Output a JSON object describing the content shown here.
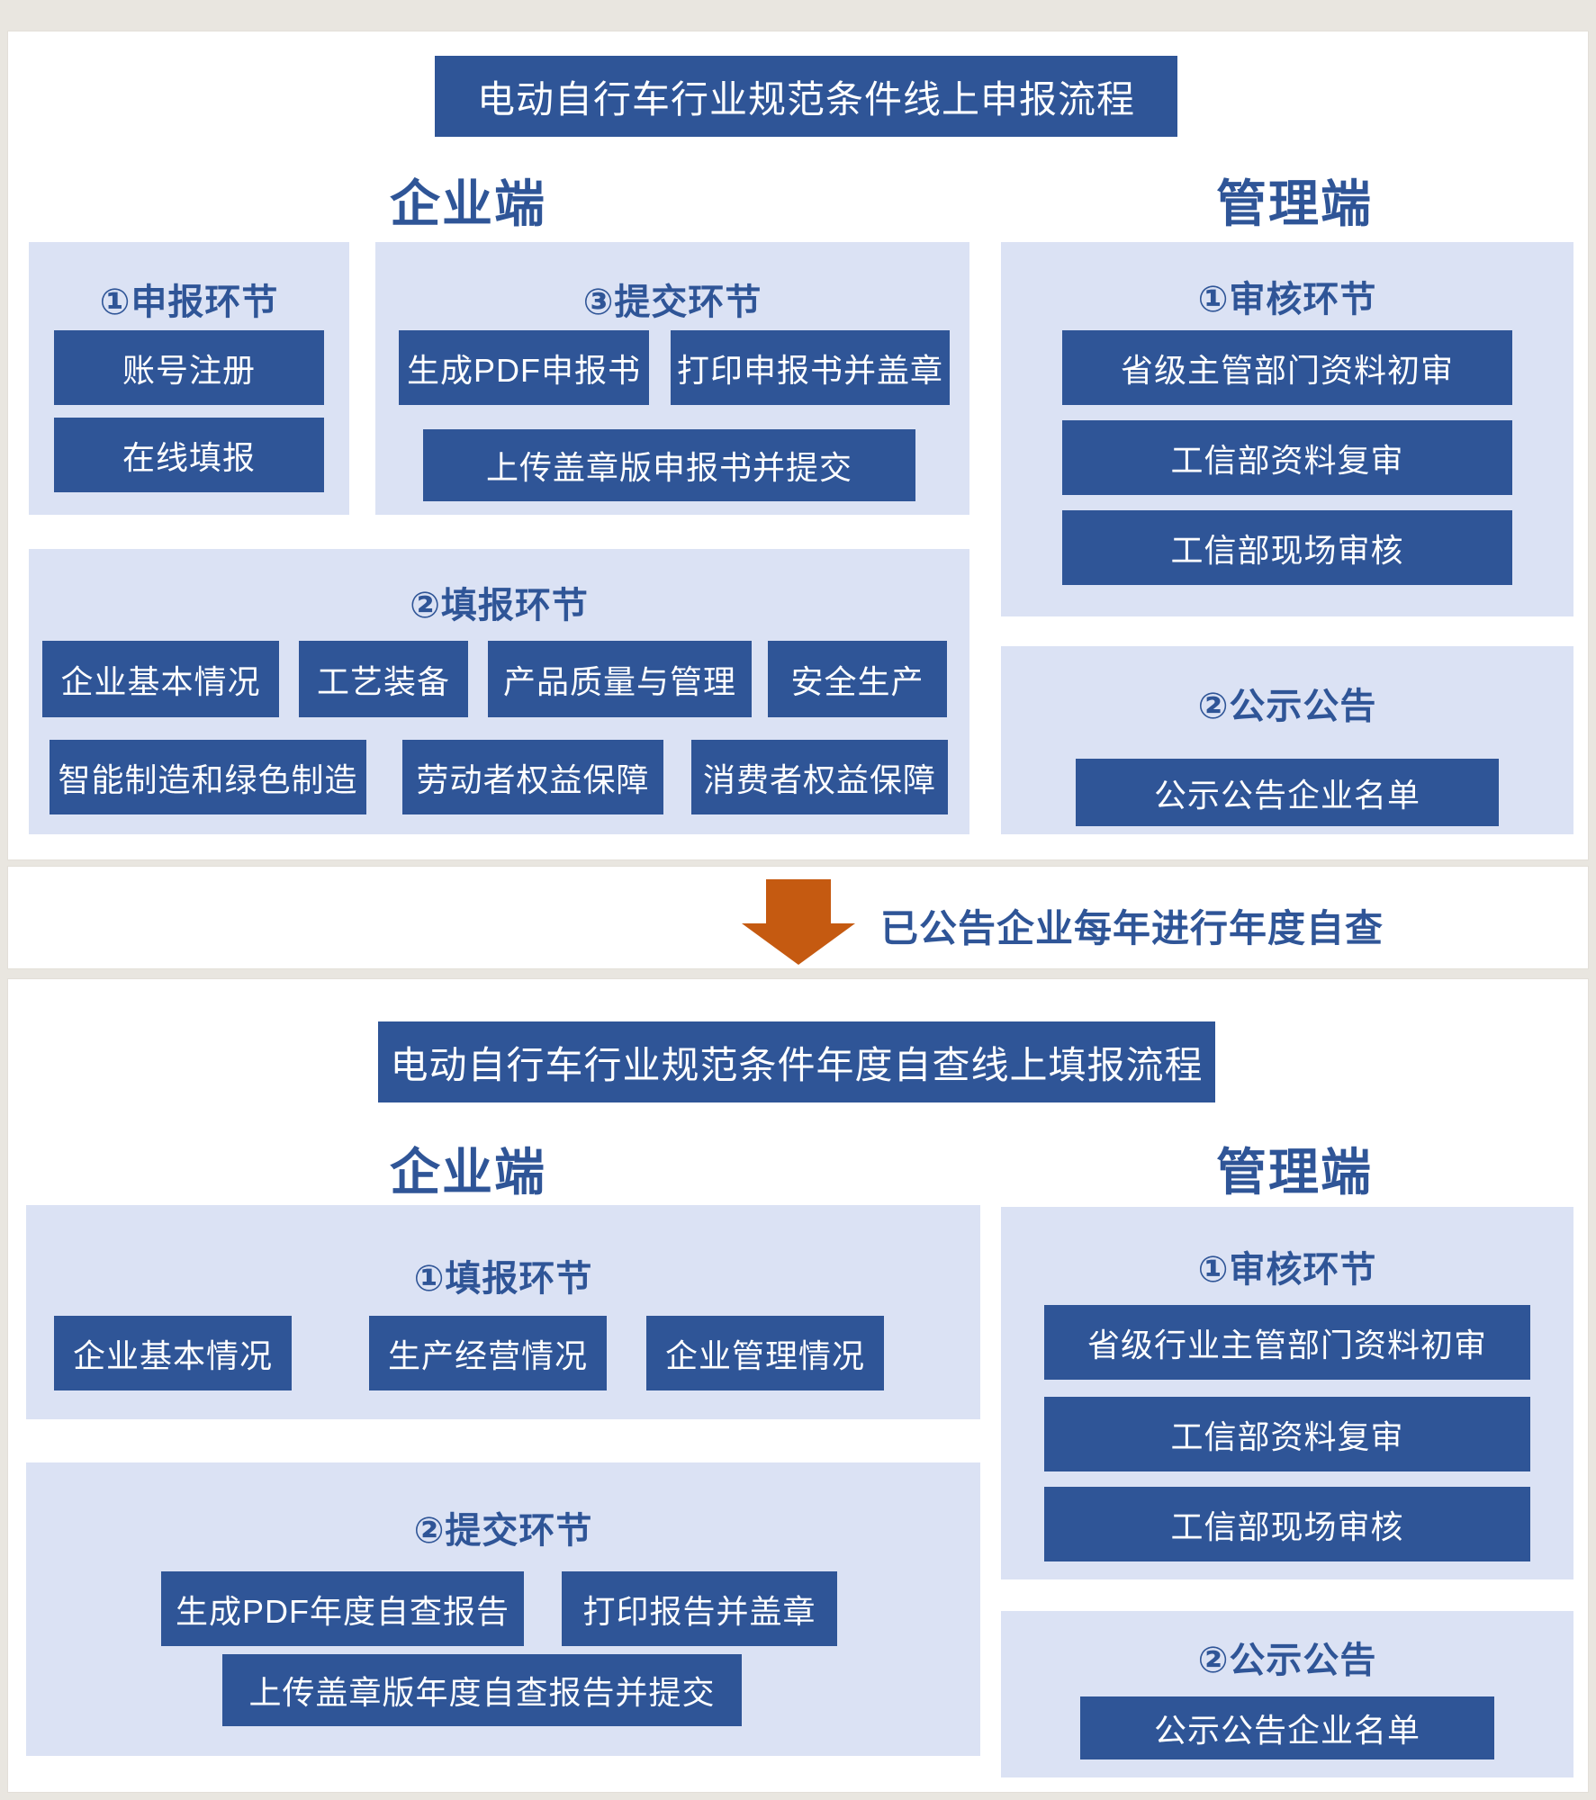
{
  "colors": {
    "box_blue": "#2f5597",
    "panel_light_blue": "#dbe2f4",
    "heading_blue": "#2f5597",
    "arrow_orange": "#c55a11",
    "page_background": "#e9e6e0",
    "panel_background": "#ffffff"
  },
  "top_flow": {
    "title": "电动自行车行业规范条件线上申报流程",
    "enterprise_heading": "企业端",
    "management_heading": "管理端",
    "declare": {
      "heading": "①申报环节",
      "steps": [
        "账号注册",
        "在线填报"
      ]
    },
    "submit": {
      "heading": "③提交环节",
      "row1": [
        "生成PDF申报书",
        "打印申报书并盖章"
      ],
      "row2": [
        "上传盖章版申报书并提交"
      ]
    },
    "fill": {
      "heading": "②填报环节",
      "row1": [
        "企业基本情况",
        "工艺装备",
        "产品质量与管理",
        "安全生产"
      ],
      "row2": [
        "智能制造和绿色制造",
        "劳动者权益保障",
        "消费者权益保障"
      ]
    },
    "review": {
      "heading": "①审核环节",
      "steps": [
        "省级主管部门资料初审",
        "工信部资料复审",
        "工信部现场审核"
      ]
    },
    "publicity": {
      "heading": "②公示公告",
      "steps": [
        "公示公告企业名单"
      ]
    }
  },
  "connector": {
    "label": "已公告企业每年进行年度自查"
  },
  "bottom_flow": {
    "title": "电动自行车行业规范条件年度自查线上填报流程",
    "enterprise_heading": "企业端",
    "management_heading": "管理端",
    "fill": {
      "heading": "①填报环节",
      "steps": [
        "企业基本情况",
        "生产经营情况",
        "企业管理情况"
      ]
    },
    "submit": {
      "heading": "②提交环节",
      "row1": [
        "生成PDF年度自查报告",
        "打印报告并盖章"
      ],
      "row2": [
        "上传盖章版年度自查报告并提交"
      ]
    },
    "review": {
      "heading": "①审核环节",
      "steps": [
        "省级行业主管部门资料初审",
        "工信部资料复审",
        "工信部现场审核"
      ]
    },
    "publicity": {
      "heading": "②公示公告",
      "steps": [
        "公示公告企业名单"
      ]
    }
  }
}
